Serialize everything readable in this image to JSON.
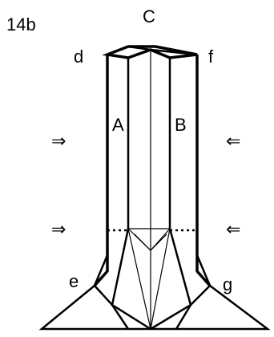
{
  "figure": {
    "step": "14b",
    "labels": {
      "top": "C",
      "upper_left": "d",
      "upper_right": "f",
      "left_panel": "A",
      "right_panel": "B",
      "lower_left": "e",
      "lower_right": "g"
    },
    "arrows": {
      "left": "⇒",
      "right": "⇐"
    }
  }
}
